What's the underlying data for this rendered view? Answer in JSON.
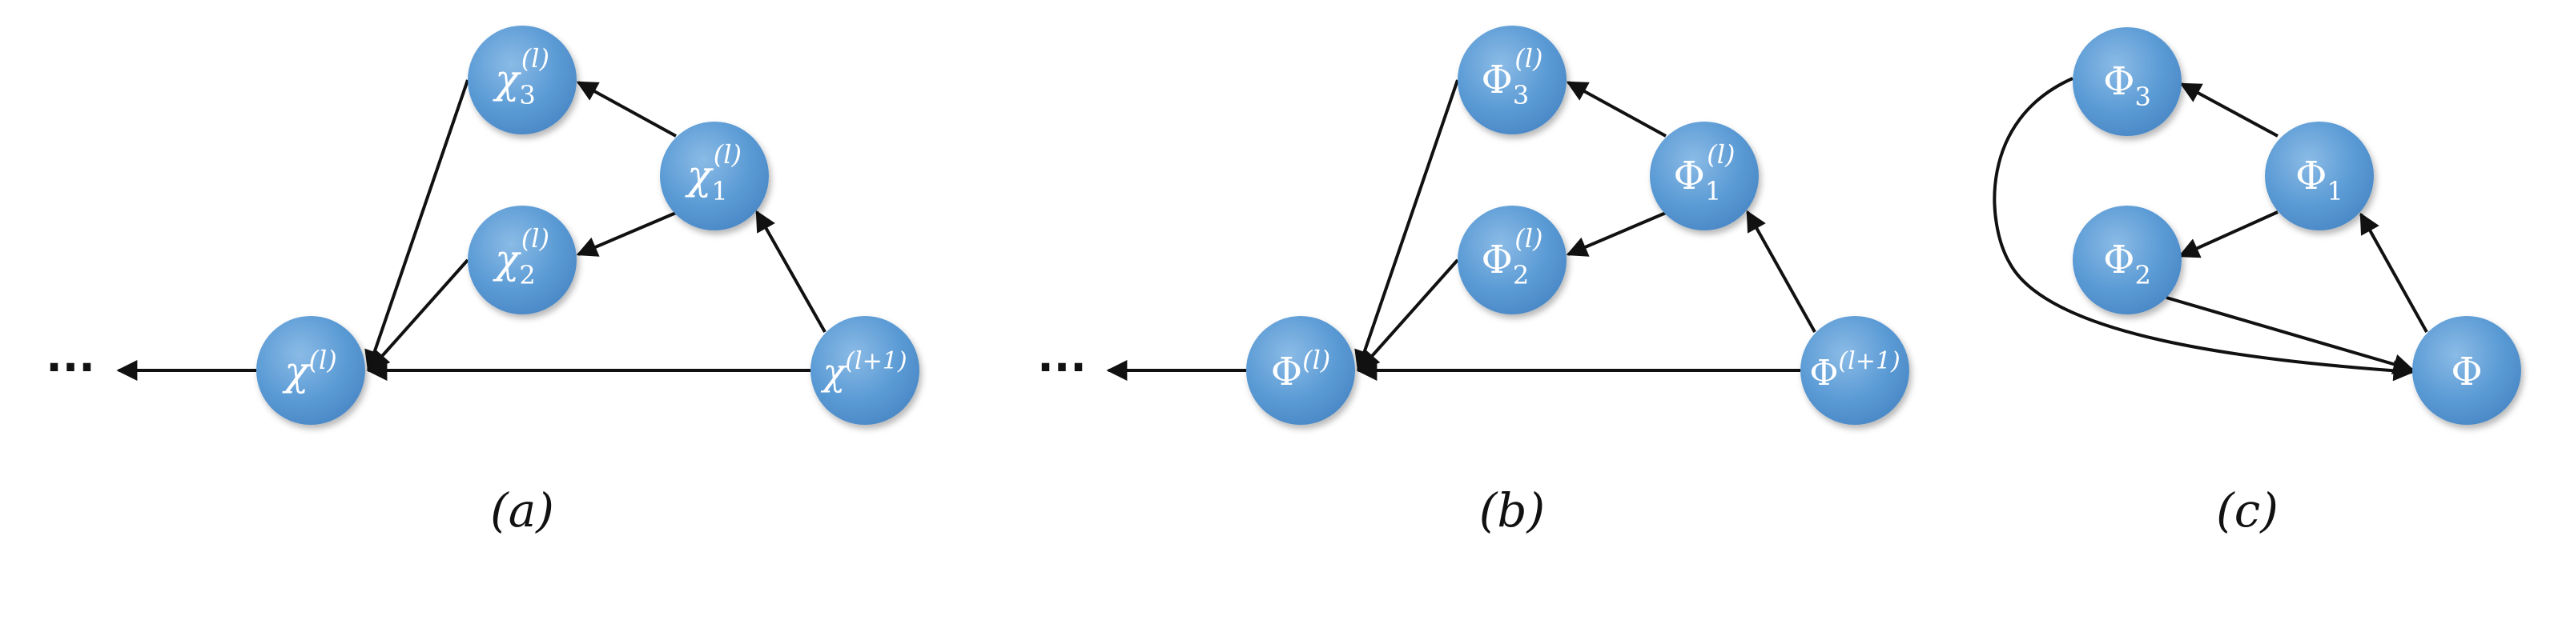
{
  "panels": [
    {
      "caption": "(a)",
      "ellipsis": "···",
      "nodes": [
        {
          "id": "a3",
          "base": "χ",
          "sub": "3",
          "sup": "(l)"
        },
        {
          "id": "a1",
          "base": "χ",
          "sub": "1",
          "sup": "(l)"
        },
        {
          "id": "a2",
          "base": "χ",
          "sub": "2",
          "sup": "(l)"
        },
        {
          "id": "a0",
          "base": "χ",
          "sub": "",
          "sup": "(l)"
        },
        {
          "id": "ap",
          "base": "χ",
          "sub": "",
          "sup": "(l+1)"
        }
      ]
    },
    {
      "caption": "(b)",
      "ellipsis": "···",
      "nodes": [
        {
          "id": "b3",
          "base": "Φ",
          "sub": "3",
          "sup": "(l)"
        },
        {
          "id": "b1",
          "base": "Φ",
          "sub": "1",
          "sup": "(l)"
        },
        {
          "id": "b2",
          "base": "Φ",
          "sub": "2",
          "sup": "(l)"
        },
        {
          "id": "b0",
          "base": "Φ",
          "sub": "",
          "sup": "(l)"
        },
        {
          "id": "bp",
          "base": "Φ",
          "sub": "",
          "sup": "(l+1)"
        }
      ]
    },
    {
      "caption": "(c)",
      "nodes": [
        {
          "id": "c3",
          "base": "Φ",
          "sub": "3",
          "sup": ""
        },
        {
          "id": "c1",
          "base": "Φ",
          "sub": "1",
          "sup": ""
        },
        {
          "id": "c2",
          "base": "Φ",
          "sub": "2",
          "sup": ""
        },
        {
          "id": "c0",
          "base": "Φ",
          "sub": "",
          "sup": ""
        }
      ]
    }
  ],
  "colors": {
    "node_fill": "#5b9bd5",
    "node_highlight": "#8bbbe6",
    "node_shadow": "#3e78b2",
    "edge": "#111111",
    "text": "#ffffff"
  }
}
